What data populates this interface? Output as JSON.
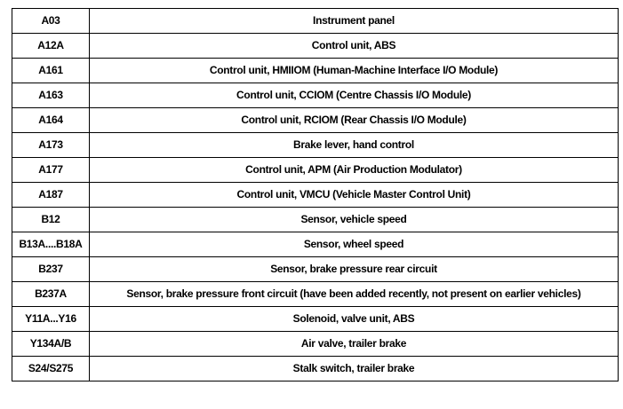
{
  "rows": [
    {
      "code": "A03",
      "description": "Instrument panel"
    },
    {
      "code": "A12A",
      "description": "Control unit, ABS"
    },
    {
      "code": "A161",
      "description": "Control unit, HMIIOM (Human-Machine Interface I/O Module)"
    },
    {
      "code": "A163",
      "description": "Control unit, CCIOM (Centre Chassis I/O Module)"
    },
    {
      "code": "A164",
      "description": "Control unit, RCIOM (Rear Chassis I/O Module)"
    },
    {
      "code": "A173",
      "description": "Brake lever, hand control"
    },
    {
      "code": "A177",
      "description": "Control unit, APM (Air Production Modulator)"
    },
    {
      "code": "A187",
      "description": "Control unit, VMCU (Vehicle Master Control Unit)"
    },
    {
      "code": "B12",
      "description": "Sensor, vehicle speed"
    },
    {
      "code": "B13A....B18A",
      "description": "Sensor, wheel speed"
    },
    {
      "code": "B237",
      "description": "Sensor, brake pressure rear circuit"
    },
    {
      "code": "B237A",
      "description": "Sensor, brake pressure front circuit (have been added recently, not present on earlier vehicles)"
    },
    {
      "code": "Y11A...Y16",
      "description": "Solenoid, valve unit, ABS"
    },
    {
      "code": "Y134A/B",
      "description": "Air valve, trailer brake"
    },
    {
      "code": "S24/S275",
      "description": "Stalk switch, trailer brake"
    }
  ]
}
